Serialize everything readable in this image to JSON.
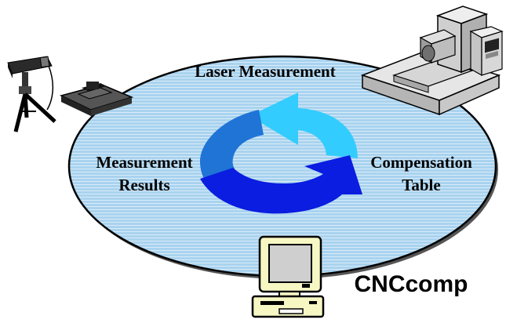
{
  "diagram": {
    "cycle_labels": {
      "laser_measurement": "Laser Measurement",
      "compensation_line1": "Compensation",
      "compensation_line2": "Table",
      "measurement_line1": "Measurement",
      "measurement_line2": "Results"
    },
    "software_name": "CNCcomp",
    "colors": {
      "ellipse_fill": "#a9d3ef",
      "ellipse_stripe": "#ffffff",
      "arrow_light": "#33ccff",
      "arrow_mid": "#1f74d6",
      "arrow_dark": "#0a1de0",
      "monitor_screen": "#cfcfcf",
      "computer_body": "#f7f7c4",
      "machine_body": "#dcdcdc"
    },
    "icons": [
      "laser-tripod-icon",
      "workpiece-icon",
      "cnc-machine-icon",
      "computer-icon"
    ]
  }
}
